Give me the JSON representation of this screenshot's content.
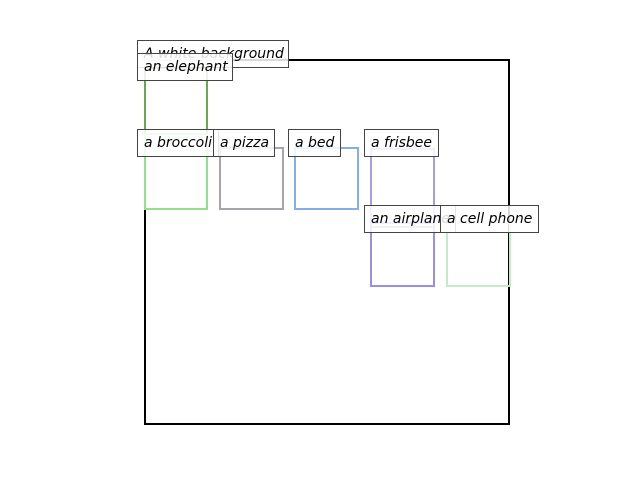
{
  "scene": {
    "caption": "A white background",
    "objects": [
      {
        "id": "elephant",
        "label": "an elephant",
        "color": "#6aa84f"
      },
      {
        "id": "broccoli",
        "label": "a broccoli",
        "color": "#93e08a"
      },
      {
        "id": "pizza",
        "label": "a pizza",
        "color": "#a7a4ad"
      },
      {
        "id": "bed",
        "label": "a bed",
        "color": "#86aee6"
      },
      {
        "id": "frisbee",
        "label": "a frisbee",
        "color": "#a79de6"
      },
      {
        "id": "airplane",
        "label": "an airplane",
        "color": "#9a8fe6"
      },
      {
        "id": "cell-phone",
        "label": "a cell phone",
        "color": "#c6eac8"
      }
    ]
  }
}
